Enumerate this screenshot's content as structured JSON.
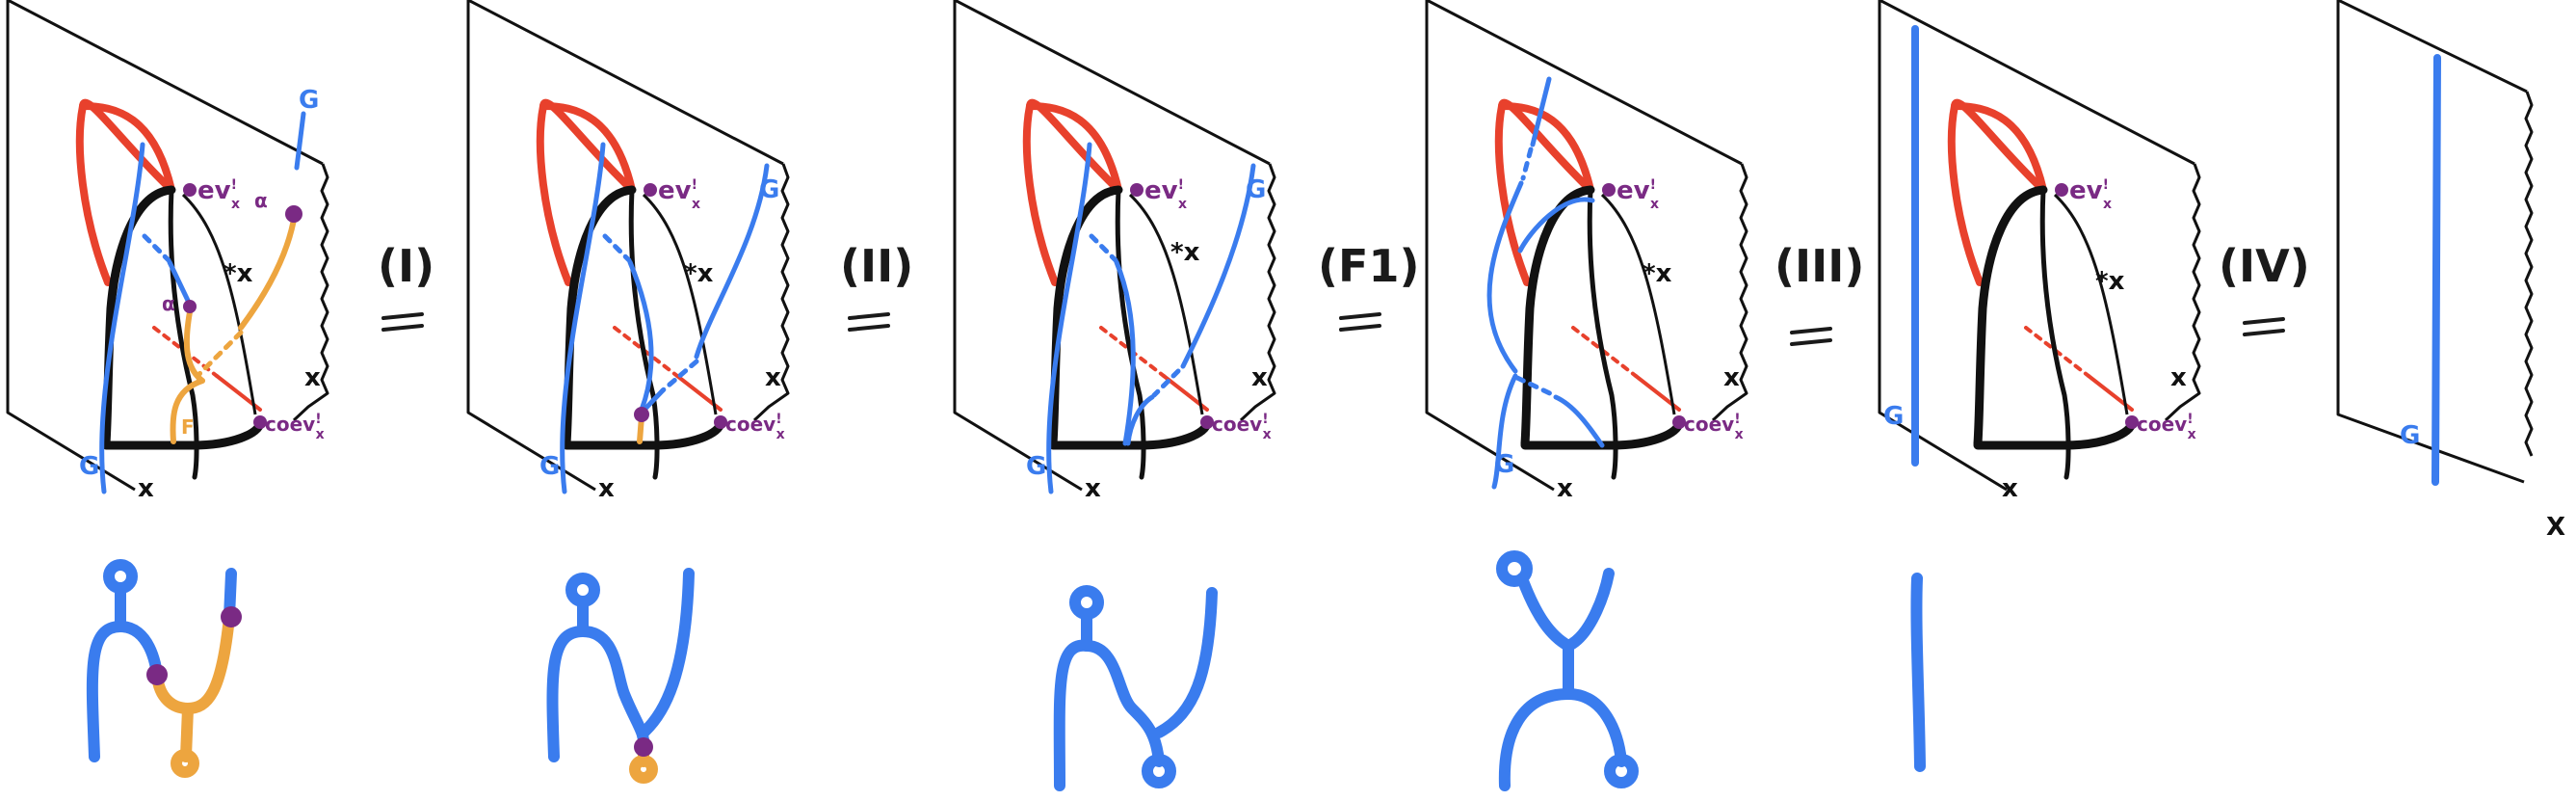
{
  "colors": {
    "black": "#111111",
    "red": "#e8412c",
    "blue": "#3a7cee",
    "orange": "#eda53f",
    "purple": "#7a2a84"
  },
  "equalities": [
    "(I)",
    "(II)",
    "(F1)",
    "(III)",
    "(IV)"
  ],
  "panel1": {
    "ev_base": "ev",
    "ev_sup": "!",
    "ev_sub": "x",
    "coev_base": "coev",
    "coev_sup": "!",
    "coev_sub": "x",
    "star_x": "*x",
    "x_right": "x",
    "x_bottom": "x",
    "g_bottom": "G",
    "g_top": "G",
    "alpha_top": "α",
    "alpha_mid": "α",
    "f": "F"
  },
  "panel2": {
    "ev_base": "ev",
    "ev_sup": "!",
    "ev_sub": "x",
    "coev_base": "coev",
    "coev_sup": "!",
    "coev_sub": "x",
    "star_x": "*x",
    "x_right": "x",
    "x_bottom": "x",
    "g_bottom": "G",
    "g_top": "G"
  },
  "panel3": {
    "ev_base": "ev",
    "ev_sup": "!",
    "ev_sub": "x",
    "coev_base": "coev",
    "coev_sup": "!",
    "coev_sub": "x",
    "star_x": "*x",
    "x_right": "x",
    "x_bottom": "x",
    "g_bottom": "G",
    "g_top": "G"
  },
  "panel4": {
    "ev_base": "ev",
    "ev_sup": "!",
    "ev_sub": "x",
    "coev_base": "coev",
    "coev_sup": "!",
    "coev_sub": "x",
    "star_x": "*x",
    "x_right": "x",
    "x_bottom": "x",
    "g_bottom": "G"
  },
  "panel5": {
    "ev_base": "ev",
    "ev_sup": "!",
    "ev_sub": "x",
    "coev_base": "coev",
    "coev_sup": "!",
    "coev_sub": "x",
    "star_x": "*x",
    "x_right": "x",
    "x_bottom": "x",
    "g_left": "G"
  },
  "panel6": {
    "g_label": "G",
    "x_label": "X"
  }
}
